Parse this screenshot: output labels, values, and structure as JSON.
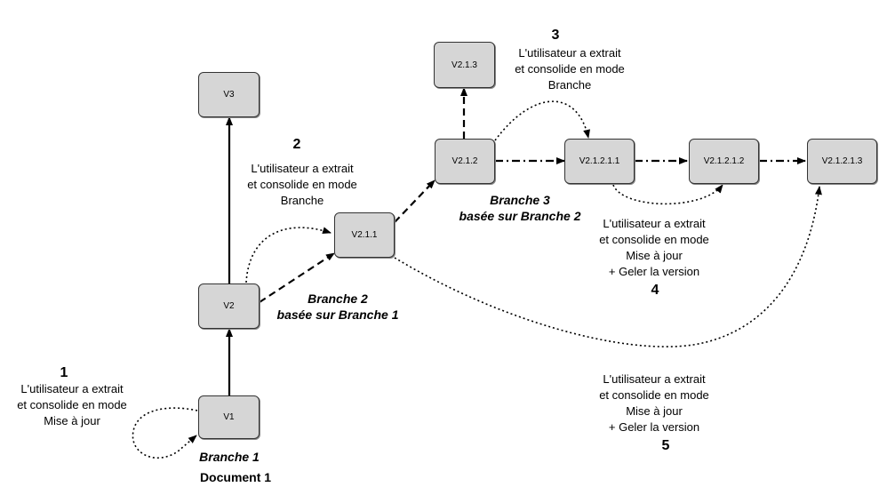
{
  "nodes": {
    "v1": "V1",
    "v2": "V2",
    "v3": "V3",
    "v211": "V2.1.1",
    "v212": "V2.1.2",
    "v213": "V2.1.3",
    "v21211": "V2.1.2.1.1",
    "v21212": "V2.1.2.1.2",
    "v21213": "V2.1.2.1.3"
  },
  "annotations": [
    {
      "number": "1",
      "lines": [
        "L'utilisateur a extrait",
        "et consolide en mode",
        "Mise à jour"
      ]
    },
    {
      "number": "2",
      "lines": [
        "L'utilisateur a extrait",
        "et consolide en mode",
        "Branche"
      ]
    },
    {
      "number": "3",
      "lines": [
        "L'utilisateur a extrait",
        "et consolide en mode",
        "Branche"
      ]
    },
    {
      "number": "4",
      "lines": [
        "L'utilisateur a extrait",
        "et consolide en mode",
        "Mise à jour",
        "+ Geler la version"
      ]
    },
    {
      "number": "5",
      "lines": [
        "L'utilisateur a extrait",
        "et consolide en mode",
        "Mise à jour",
        "+ Geler la version"
      ]
    }
  ],
  "branches": {
    "b1": [
      "Branche 1"
    ],
    "b2": [
      "Branche 2",
      "basée sur Branche 1"
    ],
    "b3": [
      "Branche 3",
      "basée sur Branche 2"
    ]
  },
  "document_label": "Document 1"
}
